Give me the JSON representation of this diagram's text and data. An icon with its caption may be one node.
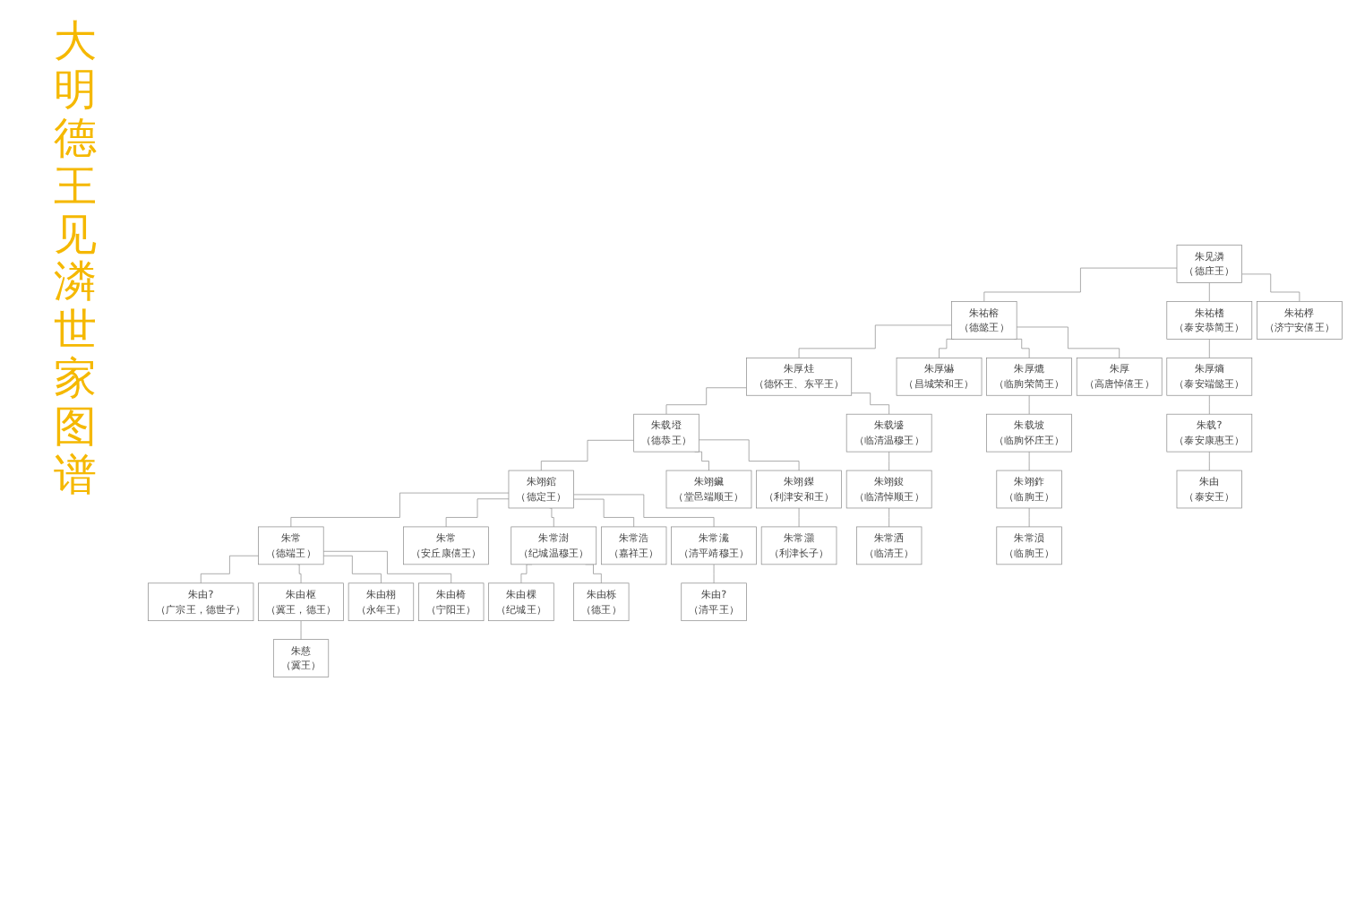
{
  "diagram": {
    "title": "大明德王见潾世家图谱",
    "nodes": [
      {
        "text": [
          "朱见潾",
          "（德庄王）"
        ]
      },
      {
        "text": [
          "朱祐榕",
          "（德懿王）"
        ]
      },
      {
        "text": [
          "朱祐榰",
          "（泰安恭简王）"
        ]
      },
      {
        "text": [
          "朱祐桴",
          "（济宁安僖王）"
        ]
      },
      {
        "text": [
          "朱厚烓",
          "（德怀王、东平王）"
        ]
      },
      {
        "text": [
          "朱厚爀",
          "（昌城荣和王）"
        ]
      },
      {
        "text": [
          "朱厚熝",
          "（临朐荣简王）"
        ]
      },
      {
        "text": [
          "朱厚",
          "（高唐悼僖王）"
        ]
      },
      {
        "text": [
          "朱厚熵",
          "（泰安端懿王）"
        ]
      },
      {
        "text": [
          "朱载墱",
          "（德恭王）"
        ]
      },
      {
        "text": [
          "朱载墭",
          "（临清温穆王）"
        ]
      },
      {
        "text": [
          "朱载坡",
          "（临朐怀庄王）"
        ]
      },
      {
        "text": [
          "朱载?",
          "（泰安康惠王）"
        ]
      },
      {
        "text": [
          "朱翊錧",
          "（德定王）"
        ]
      },
      {
        "text": [
          "朱翊鑶",
          "（堂邑端顺王）"
        ]
      },
      {
        "text": [
          "朱翊鏫",
          "（利津安和王）"
        ]
      },
      {
        "text": [
          "朱翊鋑",
          "（临清悼顺王）"
        ]
      },
      {
        "text": [
          "朱翊鈼",
          "（临朐王）"
        ]
      },
      {
        "text": [
          "朱常",
          "（德端王）"
        ]
      },
      {
        "text": [
          "朱常",
          "（安丘康僖王）"
        ]
      },
      {
        "text": [
          "朱常澍",
          "（纪城温穆王）"
        ]
      },
      {
        "text": [
          "朱常浩",
          "（嘉祥王）"
        ]
      },
      {
        "text": [
          "朱常瀻",
          "（清平靖穆王）"
        ]
      },
      {
        "text": [
          "朱常灝",
          "（利津长子）"
        ]
      },
      {
        "text": [
          "朱常洒",
          "（临清王）"
        ]
      },
      {
        "text": [
          "朱常涢",
          "（临朐王）"
        ]
      },
      {
        "text": [
          "朱由?",
          "（广宗王，德世子）"
        ]
      },
      {
        "text": [
          "朱由枢",
          "（冀王，德王）"
        ]
      },
      {
        "text": [
          "朱由栩",
          "（永年王）"
        ]
      },
      {
        "text": [
          "朱由椅",
          "（宁阳王）"
        ]
      },
      {
        "text": [
          "朱由棵",
          "（纪城王）"
        ]
      },
      {
        "text": [
          "朱由栎",
          "（德王）"
        ]
      },
      {
        "text": [
          "朱由?",
          "（清平王）"
        ]
      },
      {
        "text": [
          "朱由",
          "（泰安王）"
        ]
      },
      {
        "text": [
          "朱慈",
          "（冀王）"
        ]
      }
    ],
    "edges": [
      {
        "from": 0,
        "to": 1,
        "arrow": "none"
      },
      {
        "from": 0,
        "to": 2,
        "arrow": "none"
      },
      {
        "from": 0,
        "to": 3,
        "arrow": "none"
      },
      {
        "from": 1,
        "to": 4,
        "arrow": "none"
      },
      {
        "from": 1,
        "to": 5,
        "arrow": "none"
      },
      {
        "from": 1,
        "to": 6,
        "arrow": "none"
      },
      {
        "from": 1,
        "to": 7,
        "arrow": "none"
      },
      {
        "from": 2,
        "to": 8,
        "arrow": "none"
      },
      {
        "from": 4,
        "to": 9,
        "arrow": "none"
      },
      {
        "from": 4,
        "to": 10,
        "arrow": "none"
      },
      {
        "from": 6,
        "to": 11,
        "arrow": "none"
      },
      {
        "from": 8,
        "to": 12,
        "arrow": "none"
      },
      {
        "from": 9,
        "to": 13,
        "arrow": "none"
      },
      {
        "from": 9,
        "to": 14,
        "arrow": "none"
      },
      {
        "from": 9,
        "to": 15,
        "arrow": "none"
      },
      {
        "from": 10,
        "to": 16,
        "arrow": "none"
      },
      {
        "from": 11,
        "to": 17,
        "arrow": "none"
      },
      {
        "from": 13,
        "to": 18,
        "arrow": "none"
      },
      {
        "from": 13,
        "to": 19,
        "arrow": "none"
      },
      {
        "from": 13,
        "to": 20,
        "arrow": "none"
      },
      {
        "from": 13,
        "to": 21,
        "arrow": "none"
      },
      {
        "from": 13,
        "to": 22,
        "arrow": "none"
      },
      {
        "from": 15,
        "to": 23,
        "arrow": "none"
      },
      {
        "from": 16,
        "to": 24,
        "arrow": "none"
      },
      {
        "from": 17,
        "to": 25,
        "arrow": "none"
      },
      {
        "from": 18,
        "to": 26,
        "arrow": "none"
      },
      {
        "from": 18,
        "to": 27,
        "arrow": "none"
      },
      {
        "from": 18,
        "to": 28,
        "arrow": "none"
      },
      {
        "from": 18,
        "to": 29,
        "arrow": "none"
      },
      {
        "from": 20,
        "to": 30,
        "arrow": "none"
      },
      {
        "from": 20,
        "to": 31,
        "arrow": "none"
      },
      {
        "from": 22,
        "to": 32,
        "arrow": "none"
      },
      {
        "from": 12,
        "to": 33,
        "arrow": "none"
      },
      {
        "from": 27,
        "to": 34,
        "arrow": "none"
      }
    ]
  }
}
